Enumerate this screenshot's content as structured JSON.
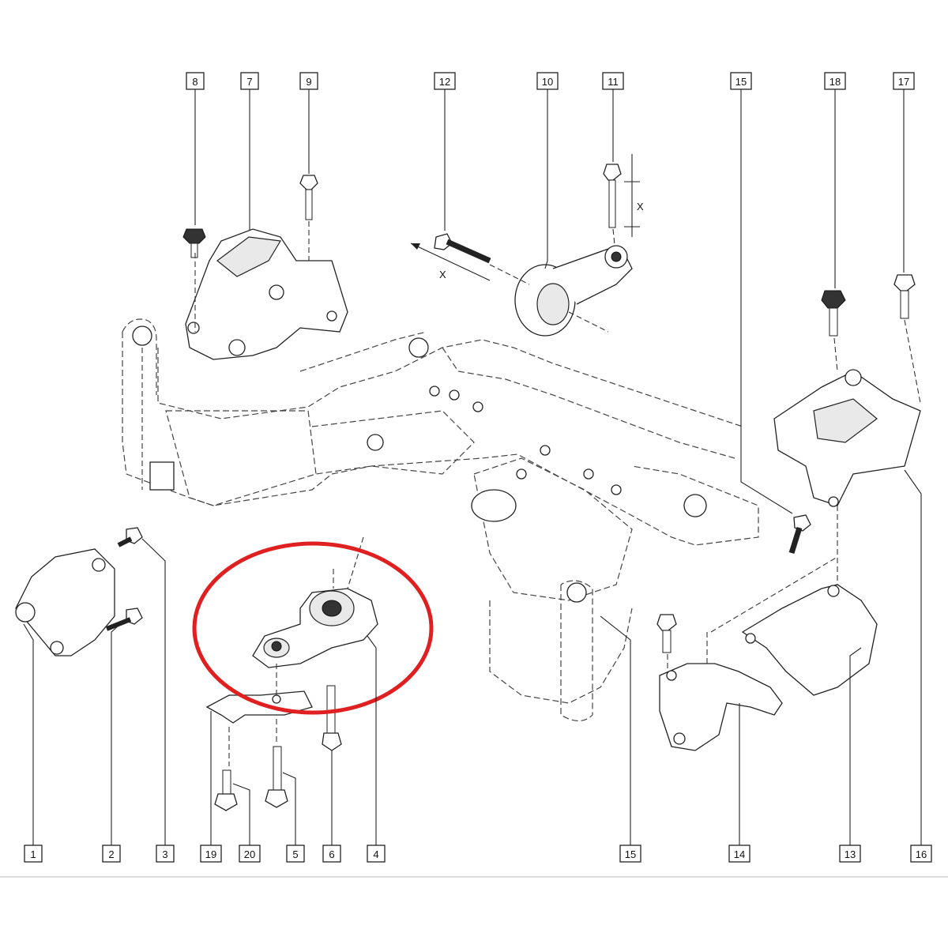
{
  "callouts_top": [
    "8",
    "7",
    "9",
    "12",
    "10",
    "11",
    "15",
    "18",
    "17"
  ],
  "callouts_bottom": [
    "1",
    "2",
    "3",
    "19",
    "20",
    "5",
    "6",
    "4",
    "15",
    "14",
    "13",
    "16"
  ],
  "dimension_label": "X",
  "highlight_color": "#e02020"
}
